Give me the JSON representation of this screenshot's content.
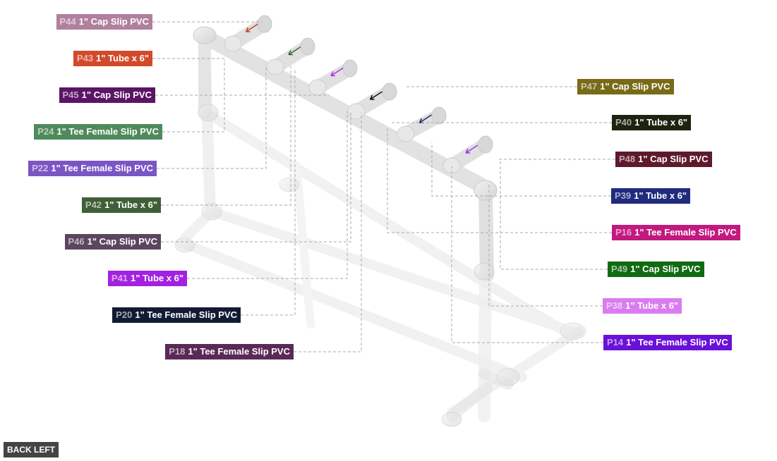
{
  "view_label": "BACK LEFT",
  "parts": [
    {
      "id": "P44",
      "desc": "1\" Cap Slip PVC",
      "color": "#b0809e",
      "side": "left"
    },
    {
      "id": "P43",
      "desc": "1\" Tube x 6\"",
      "color": "#d24a2c",
      "side": "left"
    },
    {
      "id": "P45",
      "desc": "1\" Cap Slip PVC",
      "color": "#5b1565",
      "side": "left"
    },
    {
      "id": "P24",
      "desc": "1\" Tee Female Slip PVC",
      "color": "#4f8a5b",
      "side": "left"
    },
    {
      "id": "P22",
      "desc": "1\" Tee Female Slip PVC",
      "color": "#7b55c4",
      "side": "left"
    },
    {
      "id": "P42",
      "desc": "1\" Tube x 6\"",
      "color": "#3f5f36",
      "side": "left"
    },
    {
      "id": "P46",
      "desc": "1\" Cap Slip PVC",
      "color": "#5c4560",
      "side": "left"
    },
    {
      "id": "P41",
      "desc": "1\" Tube x 6\"",
      "color": "#a322e0",
      "side": "left"
    },
    {
      "id": "P20",
      "desc": "1\" Tee Female Slip PVC",
      "color": "#131a33",
      "side": "left"
    },
    {
      "id": "P18",
      "desc": "1\" Tee Female Slip PVC",
      "color": "#5a2957",
      "side": "left"
    },
    {
      "id": "P47",
      "desc": "1\" Cap Slip PVC",
      "color": "#786b18",
      "side": "right"
    },
    {
      "id": "P40",
      "desc": "1\" Tube x 6\"",
      "color": "#1c2410",
      "side": "right"
    },
    {
      "id": "P48",
      "desc": "1\" Cap Slip PVC",
      "color": "#5e1a2c",
      "side": "right"
    },
    {
      "id": "P39",
      "desc": "1\" Tube x 6\"",
      "color": "#1f2b7d",
      "side": "right"
    },
    {
      "id": "P16",
      "desc": "1\" Tee Female Slip PVC",
      "color": "#c2197f",
      "side": "right"
    },
    {
      "id": "P49",
      "desc": "1\" Cap Slip PVC",
      "color": "#106b12",
      "side": "right"
    },
    {
      "id": "P38",
      "desc": "1\" Tube x 6\"",
      "color": "#da7cf0",
      "side": "right"
    },
    {
      "id": "P14",
      "desc": "1\" Tee Female Slip PVC",
      "color": "#6a10d8",
      "side": "right"
    }
  ]
}
